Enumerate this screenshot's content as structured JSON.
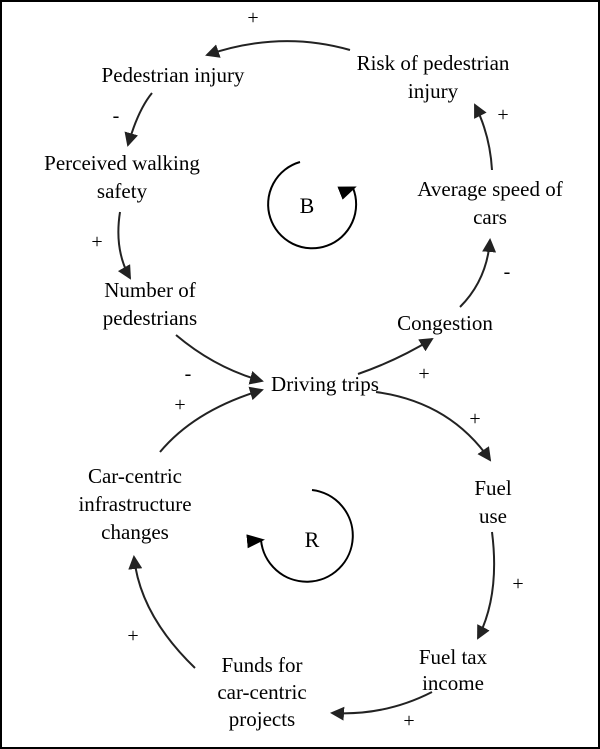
{
  "variables": {
    "pedestrian_injury": "Pedestrian injury",
    "risk_line1": "Risk of pedestrian",
    "risk_line2": "injury",
    "safety_line1": "Perceived walking",
    "safety_line2": "safety",
    "speed_line1": "Average speed of",
    "speed_line2": "cars",
    "pedestrians_line1": "Number of",
    "pedestrians_line2": "pedestrians",
    "congestion": "Congestion",
    "driving_trips": "Driving trips",
    "infra_line1": "Car-centric",
    "infra_line2": "infrastructure",
    "infra_line3": "changes",
    "fuel_use_line1": "Fuel",
    "fuel_use_line2": "use",
    "fuel_tax_line1": "Fuel tax",
    "fuel_tax_line2": "income",
    "funds_line1": "Funds for",
    "funds_line2": "car-centric",
    "funds_line3": "projects"
  },
  "loops": {
    "balancing": "B",
    "reinforcing": "R"
  },
  "polarities": {
    "risk_to_injury": "+",
    "injury_to_safety": "-",
    "safety_to_pedestrians": "+",
    "pedestrians_to_trips": "-",
    "trips_to_congestion": "+",
    "congestion_to_speed": "-",
    "speed_to_risk": "+",
    "trips_to_fuel_use": "+",
    "fuel_use_to_tax": "+",
    "tax_to_funds": "+",
    "funds_to_infra": "+",
    "infra_to_trips": "+"
  },
  "colors": {
    "border": "#000000",
    "arrow": "#222222",
    "text": "#000000",
    "background": "#ffffff"
  }
}
